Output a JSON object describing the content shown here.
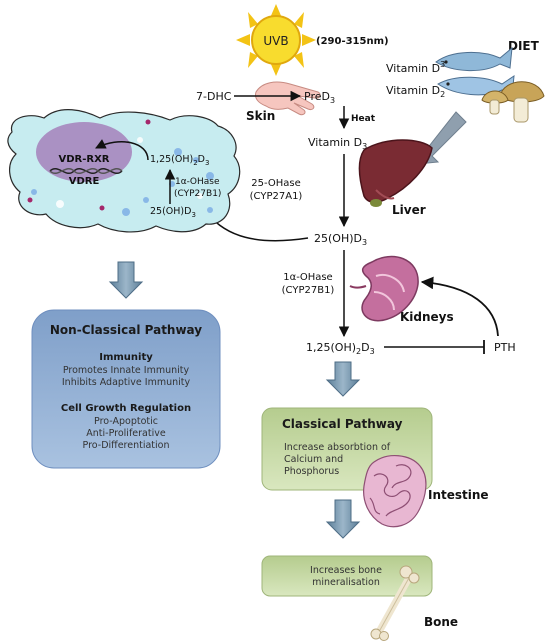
{
  "sun": {
    "label": "UVB",
    "range": "(290-315nm)"
  },
  "skin": {
    "label": "Skin",
    "substrate": "7-DHC",
    "product": "PreD",
    "product_sub": "3"
  },
  "heat": "Heat",
  "diet": {
    "label": "DIET",
    "vitd3": "Vitamin D",
    "vitd3_sub": "3",
    "vitd2": "Vitamin D",
    "vitd2_sub": "2"
  },
  "vitamin_d3": {
    "text": "Vitamin D",
    "sub": "3"
  },
  "liver": {
    "enzyme": "25-OHase",
    "gene": "(CYP27A1)",
    "label": "Liver"
  },
  "calcidiol": {
    "text": "25(OH)D",
    "sub": "3"
  },
  "kidneys": {
    "enzyme": "1α-OHase",
    "gene": "(CYP27B1)",
    "label": "Kidneys"
  },
  "calcitriol": {
    "a": "1,25(OH)",
    "a_sub": "2",
    "b": "D",
    "b_sub": "3"
  },
  "pth": "PTH",
  "cell": {
    "receptor": "VDR-RXR",
    "element": "VDRE",
    "calcitriol_a": "1,25(OH)",
    "calcitriol_a_sub": "2",
    "calcitriol_b": "D",
    "calcitriol_b_sub": "3",
    "enzyme": "1α-OHase",
    "gene": "(CYP27B1)",
    "calcidiol": "25(OH)D",
    "calcidiol_sub": "3"
  },
  "non_classical": {
    "title": "Non-Classical Pathway",
    "immunity_heading": "Immunity",
    "immunity_items": [
      "Promotes Innate Immunity",
      "Inhibits Adaptive Immunity"
    ],
    "growth_heading": "Cell Growth Regulation",
    "growth_items": [
      "Pro-Apoptotic",
      "Anti-Proliferative",
      "Pro-Differentiation"
    ]
  },
  "classical": {
    "title": "Classical Pathway",
    "lines": [
      "Increase absorbtion of",
      "Calcium and",
      "Phosphorus"
    ]
  },
  "intestine": "Intestine",
  "bone_box": {
    "lines": [
      "Increases bone",
      "mineralisation"
    ]
  },
  "bone": "Bone",
  "colors": {
    "cell_fill": "#c7ecf0",
    "nucleus": "#a98cc0",
    "non_classical_box": "#8fb0d6",
    "classical_box": "#c6d9a3",
    "bone_box": "#c6d9a3",
    "block_arrow": "#6f8fa8",
    "sun": "#f6d21c",
    "liver": "#7a2b33",
    "kidney": "#c67aa4",
    "intestine": "#e8b7d2"
  }
}
